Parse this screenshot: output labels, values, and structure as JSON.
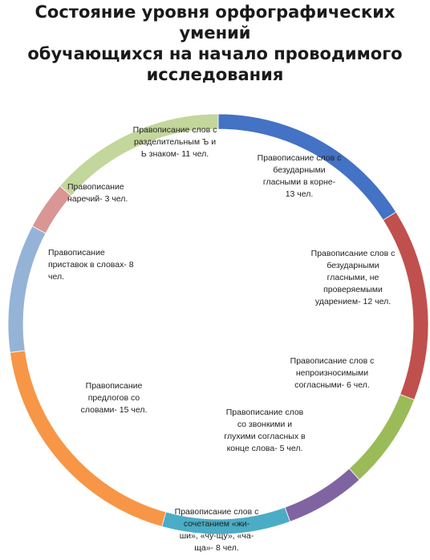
{
  "chart_data": {
    "type": "pie",
    "title": [
      "Состояние уровня орфографических умений",
      "обучающихся на начало проводимого",
      "исследования"
    ],
    "slices": [
      {
        "value": 13,
        "color": "#4472C4",
        "label": [
          "Правописание слов с",
          "безударными",
          "гласными в корне-",
          "13 чел."
        ]
      },
      {
        "value": 12,
        "color": "#C0504D",
        "label": [
          "Правописание слов с",
          "безударными",
          "гласными, не",
          "проверяемыми",
          "ударением- 12 чел."
        ]
      },
      {
        "value": 6,
        "color": "#9BBB59",
        "label": [
          "Правописание слов с",
          "непроизносимыми",
          "согласными- 6 чел."
        ]
      },
      {
        "value": 5,
        "color": "#8064A2",
        "label": [
          "Правописание слов",
          "со звонкими и",
          "глухими согласных в",
          "конце слова- 5 чел."
        ]
      },
      {
        "value": 8,
        "color": "#4BACC6",
        "label": [
          "Правописание слов с",
          "сочетанием «жи-",
          "ши», «чу-щу», «ча-",
          "ща»- 8 чел."
        ]
      },
      {
        "value": 15,
        "color": "#F79646",
        "label": [
          "Правописание",
          "предлогов со",
          "словами- 15 чел."
        ]
      },
      {
        "value": 8,
        "color": "#95B3D7",
        "label": [
          "Правописание",
          "приставок в словах- 8",
          "чел."
        ]
      },
      {
        "value": 3,
        "color": "#D99694",
        "label": [
          "Правописание",
          "наречий- 3 чел."
        ]
      },
      {
        "value": 11,
        "color": "#C3D69B",
        "label": [
          "Правописание слов с",
          "разделительным Ъ и",
          "Ь знаком- 11 чел."
        ]
      }
    ]
  }
}
